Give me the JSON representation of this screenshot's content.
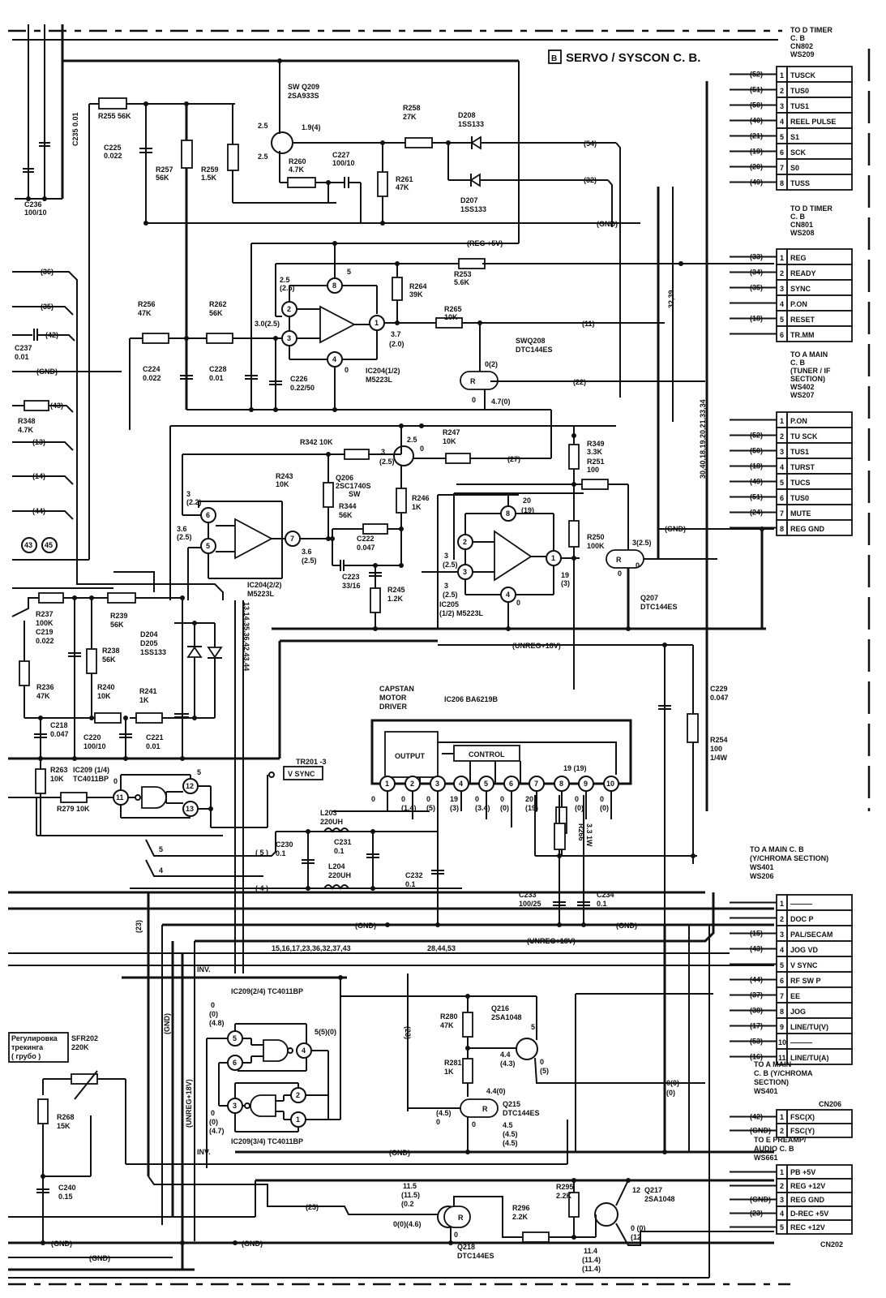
{
  "title": "SERVO / SYSCON C. B.",
  "title_marker": "B",
  "connectors": [
    {
      "id": "ws209",
      "heading": [
        "TO D TIMER",
        "C. B",
        "CN802",
        "WS209"
      ],
      "pins": [
        {
          "num": "1",
          "label": "TUSCK",
          "net": "(52)"
        },
        {
          "num": "2",
          "label": "TUS0",
          "net": "(51)"
        },
        {
          "num": "3",
          "label": "TUS1",
          "net": "(50)"
        },
        {
          "num": "4",
          "label": "REEL PULSE",
          "net": "(40)"
        },
        {
          "num": "5",
          "label": "S1",
          "net": "(21)"
        },
        {
          "num": "6",
          "label": "SCK",
          "net": "(19)"
        },
        {
          "num": "7",
          "label": "S0",
          "net": "(20)"
        },
        {
          "num": "8",
          "label": "TUSS",
          "net": "(49)"
        }
      ]
    },
    {
      "id": "ws208",
      "heading": [
        "TO D TIMER",
        "C. B",
        "CN801",
        "WS208"
      ],
      "pins": [
        {
          "num": "1",
          "label": "REG",
          "net": "(33)"
        },
        {
          "num": "2",
          "label": "READY",
          "net": "(34)"
        },
        {
          "num": "3",
          "label": "SYNC",
          "net": "(35)"
        },
        {
          "num": "4",
          "label": "P.ON",
          "net": ""
        },
        {
          "num": "5",
          "label": "RESET",
          "net": "(18)"
        },
        {
          "num": "6",
          "label": "TR.MM",
          "net": ""
        }
      ]
    },
    {
      "id": "ws207",
      "heading": [
        "TO A MAIN",
        "C. B",
        "(TUNER / IF",
        "SECTION)",
        "WS402",
        "WS207"
      ],
      "pins": [
        {
          "num": "1",
          "label": "P.ON",
          "net": ""
        },
        {
          "num": "2",
          "label": "TU SCK",
          "net": "(52)"
        },
        {
          "num": "3",
          "label": "TUS1",
          "net": "(50)"
        },
        {
          "num": "4",
          "label": "TURST",
          "net": "(18)"
        },
        {
          "num": "5",
          "label": "TUCS",
          "net": "(49)"
        },
        {
          "num": "6",
          "label": "TUS0",
          "net": "(51)"
        },
        {
          "num": "7",
          "label": "MUTE",
          "net": "(24)"
        },
        {
          "num": "8",
          "label": "REG GND",
          "net": ""
        }
      ]
    },
    {
      "id": "ws206",
      "heading": [
        "TO A MAIN C. B",
        "(Y/CHROMA SECTION)",
        "WS401",
        "WS206"
      ],
      "pins": [
        {
          "num": "1",
          "label": "———",
          "net": ""
        },
        {
          "num": "2",
          "label": "DOC  P",
          "net": ""
        },
        {
          "num": "3",
          "label": "PAL/SECAM",
          "net": "(15)"
        },
        {
          "num": "4",
          "label": "JOG  VD",
          "net": "(43)"
        },
        {
          "num": "5",
          "label": "V SYNC",
          "net": ""
        },
        {
          "num": "6",
          "label": "RF SW P",
          "net": "(44)"
        },
        {
          "num": "7",
          "label": "EE",
          "net": "(37)"
        },
        {
          "num": "8",
          "label": "JOG",
          "net": "(38)"
        },
        {
          "num": "9",
          "label": "LINE/TU(V)",
          "net": "(17)"
        },
        {
          "num": "10",
          "label": "———",
          "net": "(53)"
        },
        {
          "num": "11",
          "label": "LINE/TU(A)",
          "net": "(16)"
        }
      ]
    },
    {
      "id": "cn206",
      "heading": [
        "TO A MAIN",
        "C. B (Y/CHROMA",
        "SECTION)",
        "WS401",
        "CN206"
      ],
      "pins": [
        {
          "num": "1",
          "label": "FSC(X)",
          "net": "(42)"
        },
        {
          "num": "2",
          "label": "FSC(Y)",
          "net": "(GND)"
        }
      ]
    },
    {
      "id": "ws661",
      "heading": [
        "TO E PREAMP/",
        "AUDIO  C. B",
        "WS661"
      ],
      "footer": "CN202",
      "pins": [
        {
          "num": "1",
          "label": "PB +5V",
          "net": ""
        },
        {
          "num": "2",
          "label": "REG +12V",
          "net": ""
        },
        {
          "num": "3",
          "label": "REG GND",
          "net": "(GND)"
        },
        {
          "num": "4",
          "label": "D-REC +5V",
          "net": "(23)"
        },
        {
          "num": "5",
          "label": "REC +12V",
          "net": ""
        }
      ]
    }
  ],
  "labels": {
    "q209": [
      "SW  Q209",
      "2SA933S"
    ],
    "q209_v": [
      "2.5",
      "1.9(4)",
      "2.5"
    ],
    "r255": "R255 56K",
    "c225": [
      "C225",
      "0.022"
    ],
    "r257": [
      "R257",
      "56K"
    ],
    "r259": [
      "R259",
      "1.5K"
    ],
    "r260": [
      "R260",
      "4.7K"
    ],
    "c227": [
      "C227",
      "100/10"
    ],
    "r261": [
      "R261",
      "47K"
    ],
    "r258": [
      "R258",
      "27K"
    ],
    "d208": [
      "D208",
      "1SS133"
    ],
    "d207": [
      "D207",
      "1SS133"
    ],
    "c236": [
      "C236",
      "100/10"
    ],
    "c235": "C235 0.01",
    "net54": "(54)",
    "net32": "(32)",
    "gnd": "(GND)",
    "reg5v": "(REG +5V)",
    "r253": [
      "R253",
      "5.6K"
    ],
    "r264": [
      "R264",
      "39K"
    ],
    "r265": [
      "R265",
      "10K"
    ],
    "r256": [
      "R256",
      "47K"
    ],
    "r262": [
      "R262",
      "56K"
    ],
    "c224": [
      "C224",
      "0.022"
    ],
    "c228": [
      "C228",
      "0.01"
    ],
    "c226": [
      "C226",
      "0.22/50"
    ],
    "ic204a": [
      "IC204(1/2)",
      "M5223L"
    ],
    "ic204a_v": [
      "2.5",
      "(2.5)",
      "5",
      "3.0(2.5)",
      "0",
      "3.7",
      "(2.0)"
    ],
    "swq208": [
      "SWQ208",
      "DTC144ES"
    ],
    "q208_v": [
      "0(2)",
      "0",
      "4.7(0)"
    ],
    "net11": "(11)",
    "net22": "(22)",
    "vnet": "32,39",
    "vnet2": "30,40,18,19,20,21,33,34",
    "left_nets": [
      "(36)",
      "(35)",
      "(42)",
      "(GND)",
      "(43)",
      "(13)",
      "(14)",
      "(44)"
    ],
    "c237": [
      "C237",
      "0.01"
    ],
    "r348": [
      "R348",
      "4.7K"
    ],
    "circ": [
      "43",
      "45"
    ],
    "r342": "R342 10K",
    "r243": [
      "R243",
      "10K"
    ],
    "q206": [
      "Q206",
      "2SC1740S",
      "SW"
    ],
    "q206_v": [
      "2.5",
      "3",
      "(2.5)",
      "0"
    ],
    "r247": [
      "R247",
      "10K"
    ],
    "net27": "(27)",
    "r246": [
      "R246",
      "1K"
    ],
    "r344": [
      "R344",
      "56K"
    ],
    "c222": [
      "C222",
      "0.047"
    ],
    "c223": [
      "C223",
      "33/16"
    ],
    "r245": [
      "R245",
      "1.2K"
    ],
    "ic204b": [
      "IC204(2/2)",
      "M5223L"
    ],
    "ic204b_v": [
      "3",
      "(2.2)",
      "3.6",
      "(2.5)",
      "3.6",
      "(2.5)"
    ],
    "r349": [
      "R349",
      "3.3K"
    ],
    "r251": [
      "R251",
      "100"
    ],
    "r250": [
      "R250",
      "100K"
    ],
    "ic205": [
      "IC205",
      "(1/2) M5223L"
    ],
    "ic205_v": [
      "20",
      "(19)",
      "3",
      "(2.5)",
      "3",
      "(2.5)",
      "19",
      "(3)",
      "0"
    ],
    "q207": [
      "Q207",
      "DTC144ES"
    ],
    "q207_v": [
      "3(2.5)",
      "0",
      "0"
    ],
    "unreg": "(UNREG+18V)",
    "r237": [
      "R237",
      "100K"
    ],
    "c219": [
      "C219",
      "0.022"
    ],
    "r239": [
      "R239",
      "56K"
    ],
    "r238": [
      "R238",
      "56K"
    ],
    "d204": [
      "D204",
      "D205",
      "1SS133"
    ],
    "r236": [
      "R236",
      "47K"
    ],
    "r240": [
      "R240",
      "10K"
    ],
    "r241": [
      "R241",
      "1K"
    ],
    "c218": [
      "C218",
      "0.047"
    ],
    "c220": [
      "C220",
      "100/10"
    ],
    "c221": [
      "C221",
      "0.01"
    ],
    "vnet3": "13,14,35,36,42,43,44",
    "tr201": "TR201 -3",
    "r263": [
      "R263",
      "10K"
    ],
    "ic209a": [
      "IC209 (1/4)",
      "TC4011BP"
    ],
    "r279": "R279 10K",
    "ic209a_v": [
      "0",
      "5"
    ],
    "vsync": "V  SYNC",
    "capstan": [
      "CAPSTAN",
      "MOTOR",
      "DRIVER"
    ],
    "ic206": "IC206  BA6219B",
    "output": "OUTPUT",
    "control": "CONTROL",
    "ic206_pins": [
      "1",
      "2",
      "3",
      "4",
      "5",
      "6",
      "7",
      "8",
      "9",
      "10"
    ],
    "ic206_v": [
      "0",
      "0\n(1.4)",
      "0\n(5)",
      "19\n(3)",
      "0\n(3.4)",
      "0\n(0)",
      "20\n(19)",
      "19 (19)",
      "0\n(0)",
      "0\n(0)"
    ],
    "l203": [
      "L203",
      "220UH"
    ],
    "l204": [
      "L204",
      "220UH"
    ],
    "c230": [
      "C230",
      "0.1"
    ],
    "c231": [
      "C231",
      "0.1"
    ],
    "c232": [
      "C232",
      "0.1"
    ],
    "c233": [
      "C233",
      "100/25"
    ],
    "c234": [
      "C234",
      "0.1"
    ],
    "r266": [
      "R266",
      "3.3 1W"
    ],
    "c229": [
      "C229",
      "0.047"
    ],
    "r254": [
      "R254",
      "100",
      "1/4W"
    ],
    "net5": "( 5 )",
    "net4": "( 4 )",
    "n5": "5",
    "n4": "4",
    "net23": "(23)",
    "bus1": "15,16,17,23,36,32,37,43",
    "bus2": "28,44,53",
    "inv": "INV.",
    "ic209b": "IC209(2/4)  TC4011BP",
    "ic209b_v": [
      "0",
      "(0)",
      "(4.8)",
      "5(5)(0)"
    ],
    "ic209c": "IC209(3/4)  TC4011BP",
    "ic209c_v": [
      "0",
      "(0)",
      "(4.7)"
    ],
    "gates_b": [
      "5",
      "6",
      "4"
    ],
    "gates_c": [
      "3",
      "2",
      "1"
    ],
    "tracking": [
      "Регулировка",
      "трекинга",
      "( грубо )"
    ],
    "sfr": [
      "SFR202",
      "220K"
    ],
    "r268": [
      "R268",
      "15K"
    ],
    "c240": [
      "C240",
      "0.15"
    ],
    "r280": [
      "R280",
      "47K"
    ],
    "r281": [
      "R281",
      "1K"
    ],
    "q216": [
      "Q216",
      "2SA1048"
    ],
    "q216_v": [
      "5",
      "4.4",
      "(4.3)",
      "0",
      "(5)"
    ],
    "q215": [
      "Q215",
      "DTC144ES"
    ],
    "q215_v": [
      "4.4(0)",
      "0",
      "(4.5)",
      "0",
      "4.5",
      "(4.5)",
      "(4.5)"
    ],
    "v00": [
      "0(0)",
      "(0)"
    ],
    "unreg_v": "(UNREG+18V)",
    "gnd_v": "(GND)",
    "q218": [
      "Q218",
      "DTC144ES"
    ],
    "q218_v": [
      "11.5",
      "(11.5)",
      "(0.2",
      "0(0)(4.6)",
      "0"
    ],
    "r295": [
      "R295",
      "2.2K"
    ],
    "r296": [
      "R296",
      "2.2K"
    ],
    "q217": [
      "Q217",
      "2SA1048"
    ],
    "q217_v": [
      "12",
      "0 (0)",
      "(12",
      "11.4",
      "(11.4)",
      "(11.4)"
    ]
  }
}
